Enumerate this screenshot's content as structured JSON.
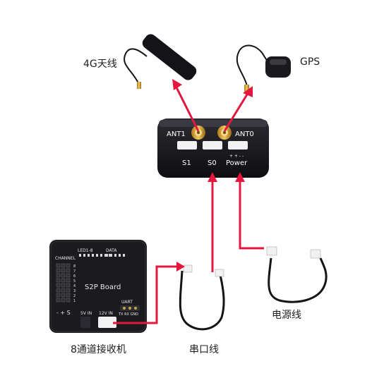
{
  "labels": {
    "antenna_4g": "4G天线",
    "antenna_gps": "GPS",
    "receiver": "8通道接收机",
    "serial_cable": "串口线",
    "power_cable": "电源线"
  },
  "device": {
    "ant1": "ANT1",
    "ant0": "ANT0",
    "port_s1": "S1",
    "port_s0": "S0",
    "port_power": "Power",
    "polarity": "+ + - -"
  },
  "board": {
    "title": "S2P Board",
    "channel": "CHANNEL",
    "led": "LED1-8",
    "data": "DATA",
    "uart": "UART",
    "pins": "TX RX GND",
    "sv_in": "5V IN",
    "v12_in": "12V IN",
    "side_labels": "-  +  S",
    "numbers": [
      "8",
      "7",
      "6",
      "5",
      "4",
      "3",
      "2",
      "1"
    ]
  },
  "colors": {
    "arrow": "#e4173e",
    "device_body": "#17171b",
    "board_body": "#1b1b1f",
    "cable": "#151515"
  }
}
